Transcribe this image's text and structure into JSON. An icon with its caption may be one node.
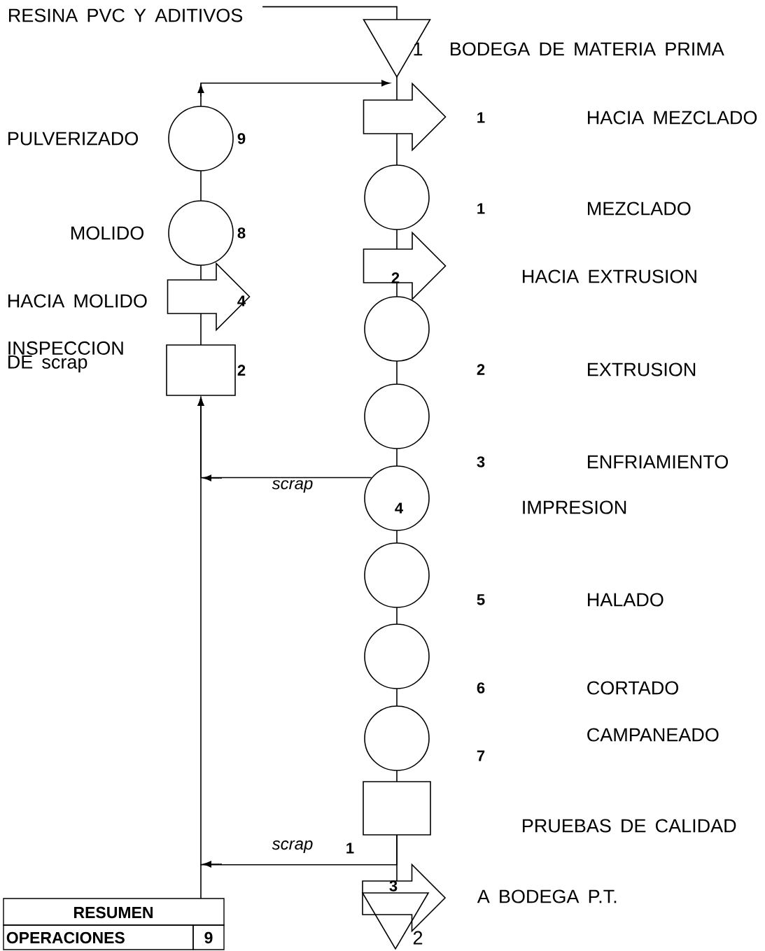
{
  "diagram": {
    "nodes": [
      {
        "text": [],
        "shape": "triangle",
        "beside": [
          "1"
        ]
      },
      {
        "text": [],
        "shape": "arrow",
        "beside": [
          "1"
        ]
      },
      {
        "text": [],
        "shape": "circle",
        "beside": [
          "1"
        ]
      },
      {
        "text": [
          "2"
        ]
      },
      {
        "text": [],
        "shape": "circle",
        "beside": [
          "2"
        ]
      },
      {
        "text": [],
        "shape": "circle",
        "beside": [
          "3"
        ]
      },
      {
        "text": [
          "4"
        ]
      },
      {
        "text": [],
        "shape": "circle",
        "beside": [
          "5"
        ]
      },
      {
        "text": [],
        "shape": "circle",
        "beside": [
          "6"
        ]
      },
      {
        "text": [],
        "shape": "circle",
        "beside": [
          "7"
        ]
      },
      {
        "text": [],
        "shape": "box",
        "beside": [
          "1"
        ]
      },
      {
        "text": [
          "3"
        ]
      },
      {
        "text": [],
        "shape": "triangle",
        "beside": [
          "2"
        ]
      },
      {
        "text": [],
        "shape": "circle",
        "beside": [
          "9",
          "PULVERIZADO"
        ]
      },
      {
        "text": [],
        "shape": "circle",
        "beside": [
          "8",
          "MOLIDO"
        ]
      },
      {
        "text": [
          "4"
        ],
        "beside": [
          "HACIA MOLIDO"
        ]
      },
      {
        "text": [],
        "shape": "box",
        "beside": [
          "2",
          "INSPECCION DE scrap"
        ]
      },
      {
        "text": [
          "RESINA PVC Y ADITIVOS"
        ]
      }
    ],
    "edges": [
      {
        "from": 17,
        "to": 0,
        "arrow": "none"
      },
      {
        "from": 0,
        "to": 1,
        "arrow": "none"
      },
      {
        "from": 1,
        "to": 2,
        "arrow": "none"
      },
      {
        "from": 2,
        "to": 3,
        "arrow": "none"
      },
      {
        "from": 3,
        "to": 4,
        "arrow": "none"
      },
      {
        "from": 4,
        "to": 5,
        "arrow": "none"
      },
      {
        "from": 5,
        "to": 6,
        "arrow": "none"
      },
      {
        "from": 6,
        "to": 7,
        "arrow": "none"
      },
      {
        "from": 7,
        "to": 8,
        "arrow": "none"
      },
      {
        "from": 8,
        "to": 9,
        "arrow": "none"
      },
      {
        "from": 9,
        "to": 10,
        "arrow": "none"
      },
      {
        "from": 10,
        "to": 11,
        "arrow": "none"
      },
      {
        "from": 16,
        "to": 15,
        "arrow": "none"
      },
      {
        "from": 15,
        "to": 14,
        "arrow": "none"
      },
      {
        "from": 14,
        "to": 13,
        "arrow": "none"
      },
      {
        "from": 13,
        "to": 0,
        "arrow": "to"
      },
      {
        "from": 6,
        "to": 16,
        "arrow": "to",
        "label": "scrap"
      },
      {
        "from": 10,
        "to": 16,
        "arrow": "to",
        "label": "scrap"
      }
    ],
    "labels": [
      "BODEGA DE MATERIA PRIMA",
      "HACIA MEZCLADO",
      "MEZCLADO",
      "HACIA EXTRUSION",
      "EXTRUSION",
      "ENFRIAMIENTO",
      "IMPRESION",
      "HALADO",
      "CORTADO",
      "CAMPANEADO",
      "PRUEBAS DE CALIDAD",
      "A BODEGA P.T.",
      "RESUMEN",
      "OPERACIONES",
      "9"
    ]
  }
}
